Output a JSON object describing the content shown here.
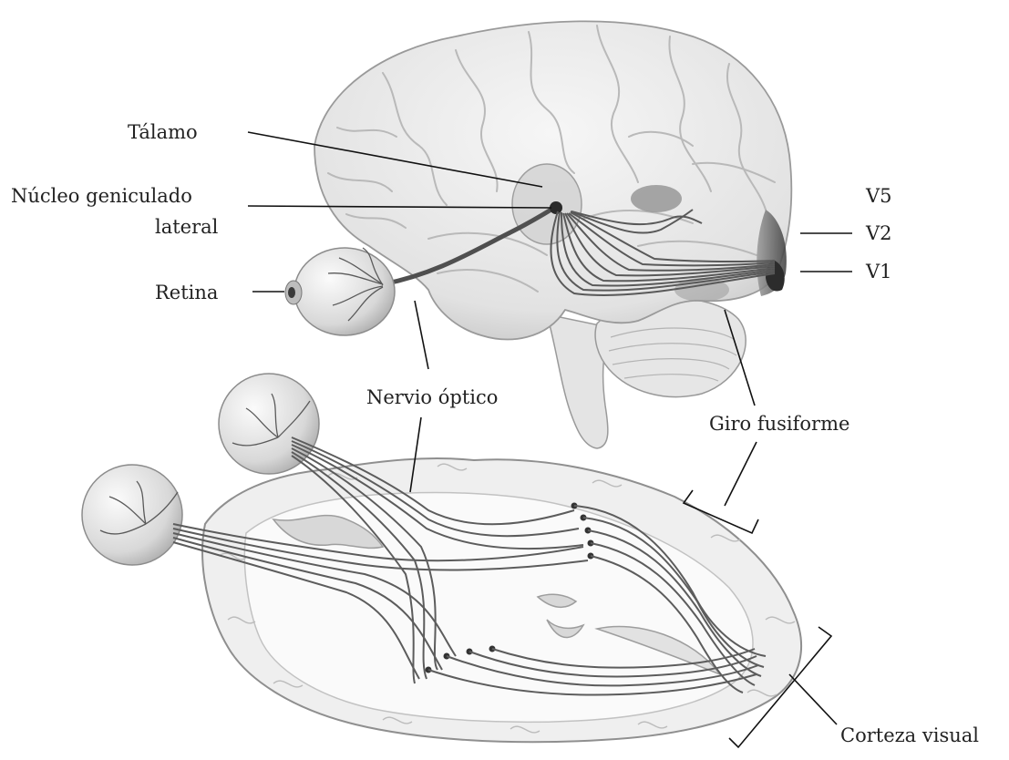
{
  "labels": {
    "talamo": "Tálamo",
    "nucleo_line1": "Núcleo geniculado",
    "nucleo_line2": "lateral",
    "retina": "Retina",
    "v5": "V5",
    "v2": "V2",
    "v1": "V1",
    "nervio_optico": "Nervio óptico",
    "giro_fusiforme": "Giro fusiforme",
    "corteza_visual": "Corteza visual"
  },
  "colors": {
    "brain_fill": "#e9e9e9",
    "brain_stroke": "#9a9a9a",
    "fiber": "#555555",
    "highlight": "#8c8c8c",
    "leader_line": "#111111",
    "text": "#222222"
  }
}
